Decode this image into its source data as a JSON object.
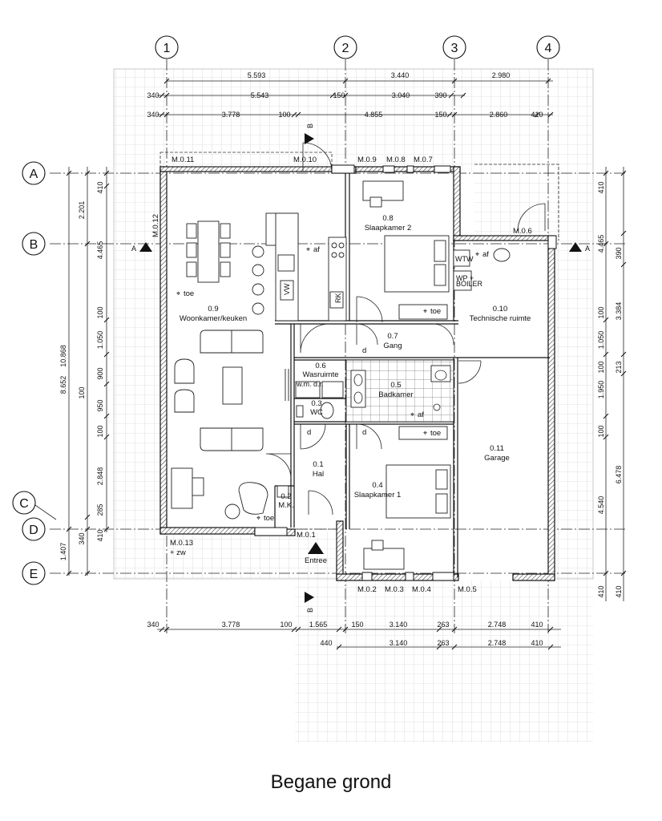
{
  "title": "Begane grond",
  "axes": {
    "columns": [
      "1",
      "2",
      "3",
      "4"
    ],
    "rows": [
      "A",
      "B",
      "C",
      "D",
      "E"
    ]
  },
  "section_marks": {
    "a": "A",
    "b": "B"
  },
  "dims_top": {
    "row1": [
      "5.593",
      "3.440",
      "2.980"
    ],
    "row2": [
      "340",
      "5.543",
      "150",
      "3.040",
      "390"
    ],
    "row3": [
      "340",
      "3.778",
      "100",
      "4.855",
      "150",
      "2.860",
      "410"
    ]
  },
  "dims_bottom": {
    "row1": [
      "340",
      "3.778",
      "100",
      "1.565",
      "150",
      "3.140",
      "263",
      "2.748",
      "410"
    ],
    "row2": [
      "440",
      "3.140",
      "263",
      "2.748",
      "410"
    ]
  },
  "dims_left": {
    "outer": [
      "10.868",
      "8.652",
      "1.407"
    ],
    "mid": [
      "2.201",
      "4.465",
      "2.848",
      "285",
      "340"
    ],
    "inner": [
      "410",
      "100",
      "1.050",
      "900",
      "100",
      "950",
      "100",
      "410"
    ]
  },
  "dims_right": {
    "outer": [
      "4.465",
      "3.384",
      "6.478",
      "410"
    ],
    "mid": [
      "410",
      "390",
      "213",
      "4.540",
      "410"
    ],
    "inner": [
      "100",
      "1.050",
      "100",
      "1.950",
      "100"
    ]
  },
  "rooms": [
    {
      "num": "0.9",
      "name": "Woonkamer/keuken"
    },
    {
      "num": "0.8",
      "name": "Slaapkamer 2"
    },
    {
      "num": "0.10",
      "name": "Technische ruimte"
    },
    {
      "num": "0.7",
      "name": "Gang"
    },
    {
      "num": "0.6",
      "name": "Wasruimte"
    },
    {
      "num": "0.3",
      "name": "WC"
    },
    {
      "num": "0.5",
      "name": "Badkamer"
    },
    {
      "num": "0.11",
      "name": "Garage"
    },
    {
      "num": "0.1",
      "name": "Hal"
    },
    {
      "num": "0.4",
      "name": "Slaapkamer 1"
    },
    {
      "num": "0.2",
      "name": "M.K."
    }
  ],
  "frames": [
    "M.0.11",
    "M.0.10",
    "M.0.9",
    "M.0.8",
    "M.0.7",
    "M.0.12",
    "M.0.6",
    "M.0.13",
    "+ zw",
    "M.0.1",
    "M.0.2",
    "M.0.3",
    "M.0.4",
    "M.0.5"
  ],
  "annotations": {
    "entree": "Entree",
    "toe": "toe",
    "af": "af",
    "d": "d",
    "wm_dr": "w.m.  d.r.",
    "vw": "VW",
    "rk": "RK",
    "wtw": "WTW",
    "wp_boiler_1": "WP +",
    "wp_boiler_2": "BOILER"
  }
}
